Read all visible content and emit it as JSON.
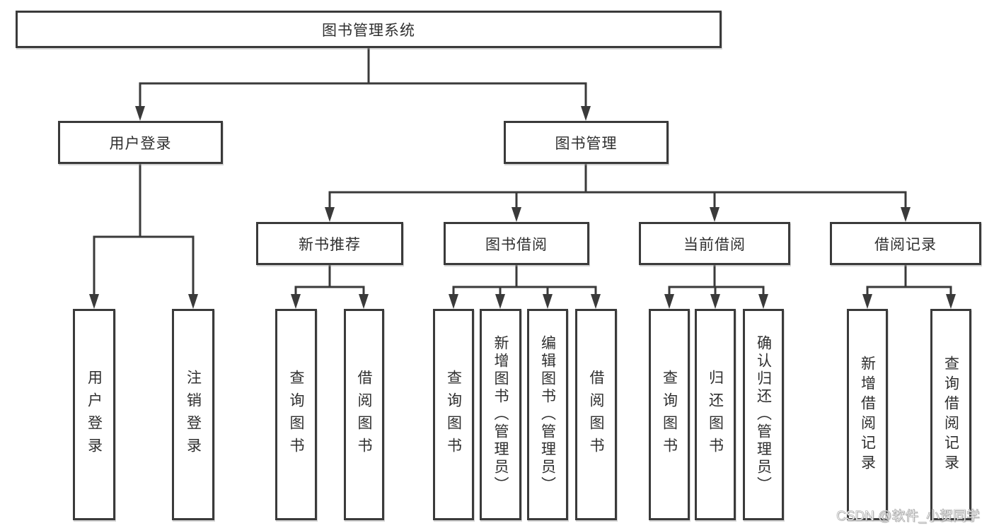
{
  "title": "图书管理系统",
  "tree": {
    "label": "图书管理系统",
    "children": [
      {
        "label": "用户登录",
        "children": [
          {
            "label": "用户登录"
          },
          {
            "label": "注销登录"
          }
        ]
      },
      {
        "label": "图书管理",
        "children": [
          {
            "label": "新书推荐",
            "children": [
              {
                "label": "查询图书"
              },
              {
                "label": "借阅图书"
              }
            ]
          },
          {
            "label": "图书借阅",
            "children": [
              {
                "label": "查询图书"
              },
              {
                "label": "新增图书（管理员）"
              },
              {
                "label": "编辑图书（管理员）"
              },
              {
                "label": "借阅图书"
              }
            ]
          },
          {
            "label": "当前借阅",
            "children": [
              {
                "label": "查询图书"
              },
              {
                "label": "归还图书"
              },
              {
                "label": "确认归还（管理员）"
              }
            ]
          },
          {
            "label": "借阅记录",
            "children": [
              {
                "label": "新增借阅记录"
              },
              {
                "label": "查询借阅记录"
              }
            ]
          }
        ]
      }
    ]
  },
  "watermark": "CSDN @软件_小贺同学",
  "colors": {
    "line": "#3a3a3a",
    "text": "#2f2f2f",
    "background": "#ffffff",
    "watermark_fill": "#ffffff",
    "watermark_stroke": "#9d9d9d"
  }
}
